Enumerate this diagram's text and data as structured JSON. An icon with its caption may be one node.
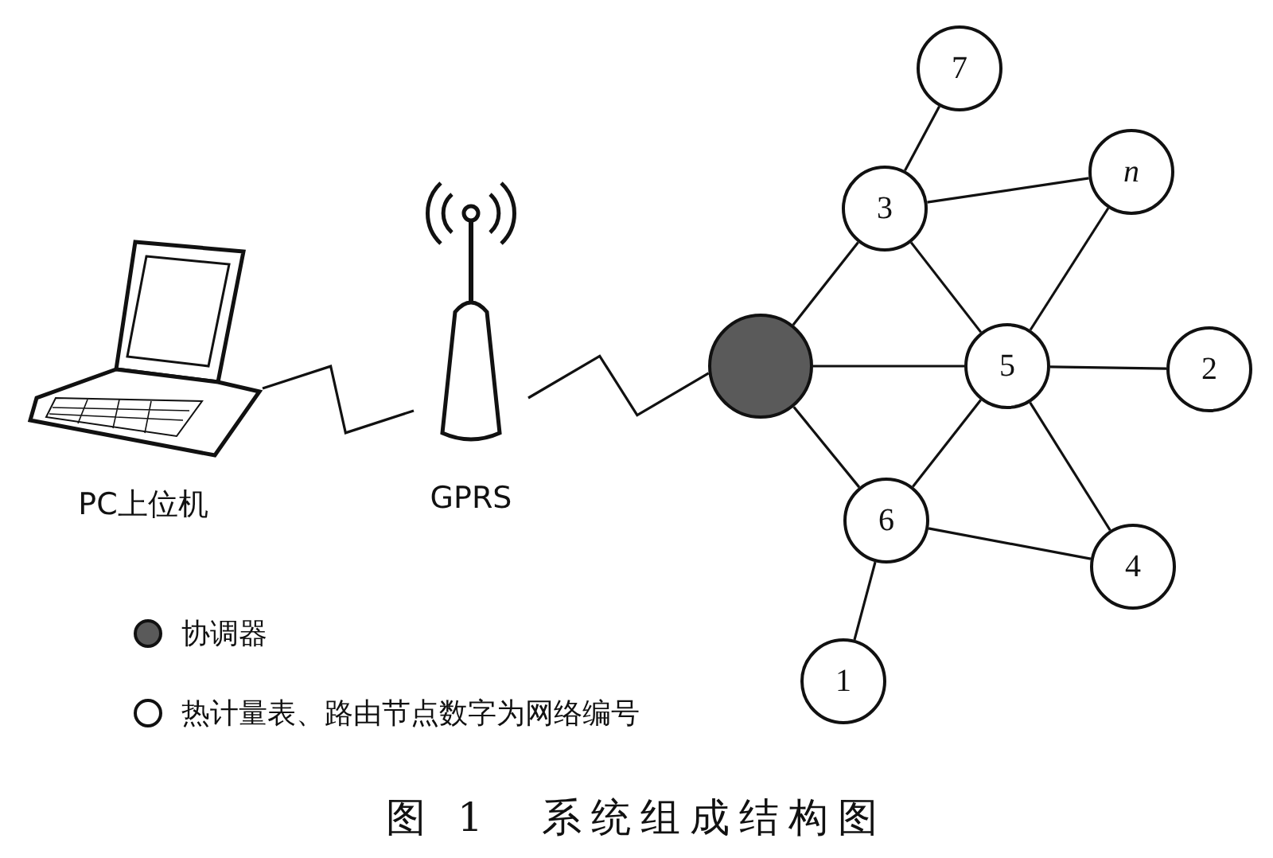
{
  "diagram": {
    "caption": "图 1　系统组成结构图",
    "nodes": [
      {
        "text": [
          "PC上位机"
        ]
      },
      {
        "text": [
          "GPRS"
        ]
      },
      {
        "text": [],
        "shape": "circle"
      },
      {
        "text": [
          "7"
        ]
      },
      {
        "text": [
          "3"
        ]
      },
      {
        "text": [
          "n"
        ]
      },
      {
        "text": [
          "5"
        ]
      },
      {
        "text": [
          "2"
        ]
      },
      {
        "text": [
          "6"
        ]
      },
      {
        "text": [
          "4"
        ]
      },
      {
        "text": [
          "1"
        ]
      }
    ],
    "edges": [
      {
        "from": 0,
        "to": 1,
        "arrow": "none"
      },
      {
        "from": 1,
        "to": 2,
        "arrow": "none"
      },
      {
        "from": 2,
        "to": 4,
        "arrow": "none"
      },
      {
        "from": 2,
        "to": 6,
        "arrow": "none"
      },
      {
        "from": 2,
        "to": 8,
        "arrow": "none"
      },
      {
        "from": 4,
        "to": 3,
        "arrow": "none"
      },
      {
        "from": 4,
        "to": 5,
        "arrow": "none"
      },
      {
        "from": 4,
        "to": 6,
        "arrow": "none"
      },
      {
        "from": 5,
        "to": 6,
        "arrow": "none"
      },
      {
        "from": 6,
        "to": 7,
        "arrow": "none"
      },
      {
        "from": 6,
        "to": 8,
        "arrow": "none"
      },
      {
        "from": 6,
        "to": 9,
        "arrow": "none"
      },
      {
        "from": 8,
        "to": 9,
        "arrow": "none"
      },
      {
        "from": 8,
        "to": 10,
        "arrow": "none"
      }
    ],
    "legend": [
      {
        "text": "协调器",
        "color": "#5a5a5a"
      },
      {
        "text": "热计量表、路由节点数字为网络编号",
        "color": "#ffffff"
      }
    ]
  }
}
